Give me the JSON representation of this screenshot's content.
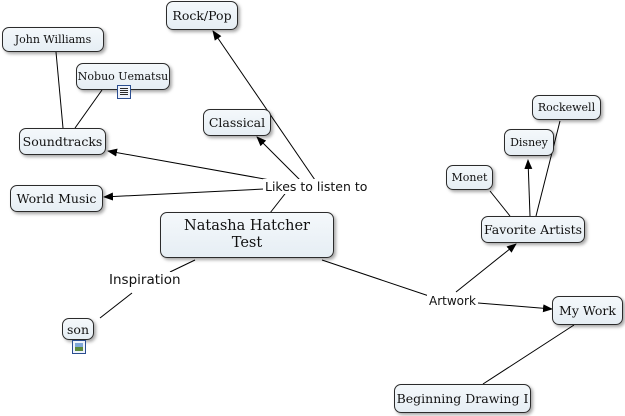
{
  "nodes": {
    "center": "Natasha Hatcher\nTest",
    "rock_pop": "Rock/Pop",
    "classical": "Classical",
    "soundtracks": "Soundtracks",
    "world_music": "World Music",
    "john_williams": "John Williams",
    "nobuo_uematsu": "Nobuo Uematsu",
    "son": "son",
    "favorite_artists": "Favorite Artists",
    "monet": "Monet",
    "disney": "Disney",
    "rockewell": "Rockewell",
    "my_work": "My Work",
    "beginning_drawing": "Beginning Drawing I"
  },
  "links": {
    "likes": "Likes to listen to",
    "inspiration": "Inspiration",
    "artwork": "Artwork"
  },
  "icons": {
    "nobuo_resource": "document-icon",
    "son_resource": "image-icon"
  }
}
